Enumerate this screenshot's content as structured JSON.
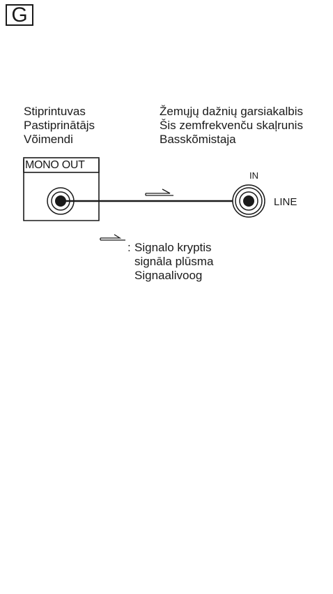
{
  "section_label": "G",
  "amplifier": {
    "labels": [
      "Stiprintuvas",
      "Pastiprinātājs",
      "Võimendi"
    ],
    "jack_label": "MONO OUT"
  },
  "subwoofer": {
    "labels": [
      "Žemųjų dažnių garsiakalbis",
      "Šis zemfrekvenču skaļrunis",
      "Basskõmistaja"
    ],
    "jack_top_label": "IN",
    "jack_side_label": "LINE"
  },
  "legend": {
    "colon": ":",
    "lines": [
      "Signalo kryptis",
      "signāla plūsma",
      "Signaalivoog"
    ]
  }
}
